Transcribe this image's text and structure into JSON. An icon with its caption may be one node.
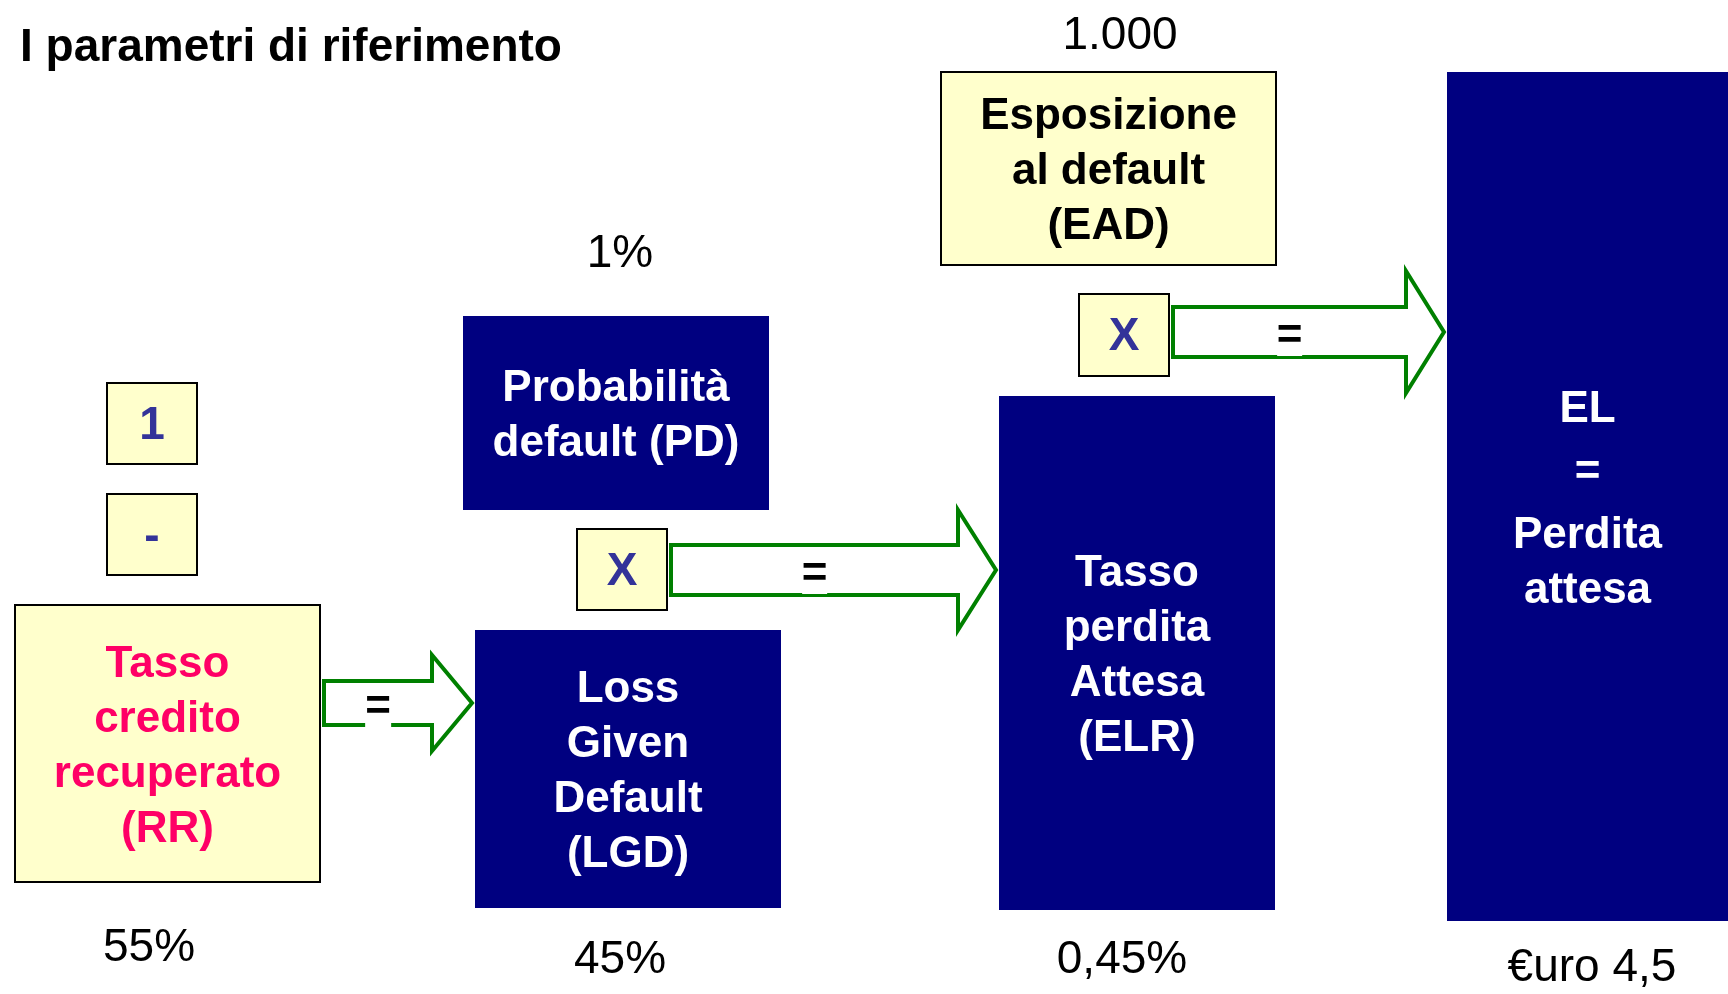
{
  "diagram": {
    "title": "I parametri di riferimento",
    "nodes": [
      {
        "text": [
          "1"
        ]
      },
      {
        "text": [
          "-"
        ]
      },
      {
        "text": [
          "Tasso credito recuperato (RR)"
        ],
        "beside": [
          "55%"
        ]
      },
      {
        "text": [
          "Probabilità default (PD)"
        ],
        "beside": [
          "1%"
        ]
      },
      {
        "text": [
          "X"
        ]
      },
      {
        "text": [
          "Loss Given Default (LGD)"
        ],
        "beside": [
          "45%"
        ]
      },
      {
        "text": [
          "Esposizione al default (EAD)"
        ],
        "beside": [
          "1.000"
        ]
      },
      {
        "text": [
          "X"
        ]
      },
      {
        "text": [
          "Tasso perdita Attesa (ELR)"
        ],
        "beside": [
          "0,45%"
        ]
      },
      {
        "text": [
          "EL",
          "=",
          "Perdita attesa"
        ],
        "beside": [
          "€uro 4,5"
        ]
      }
    ],
    "edges": [
      {
        "from": 2,
        "to": 5,
        "arrow": "to",
        "label": "="
      },
      {
        "from": 4,
        "to": 8,
        "arrow": "to",
        "label": "="
      },
      {
        "from": 7,
        "to": 9,
        "arrow": "to",
        "label": "="
      }
    ]
  }
}
